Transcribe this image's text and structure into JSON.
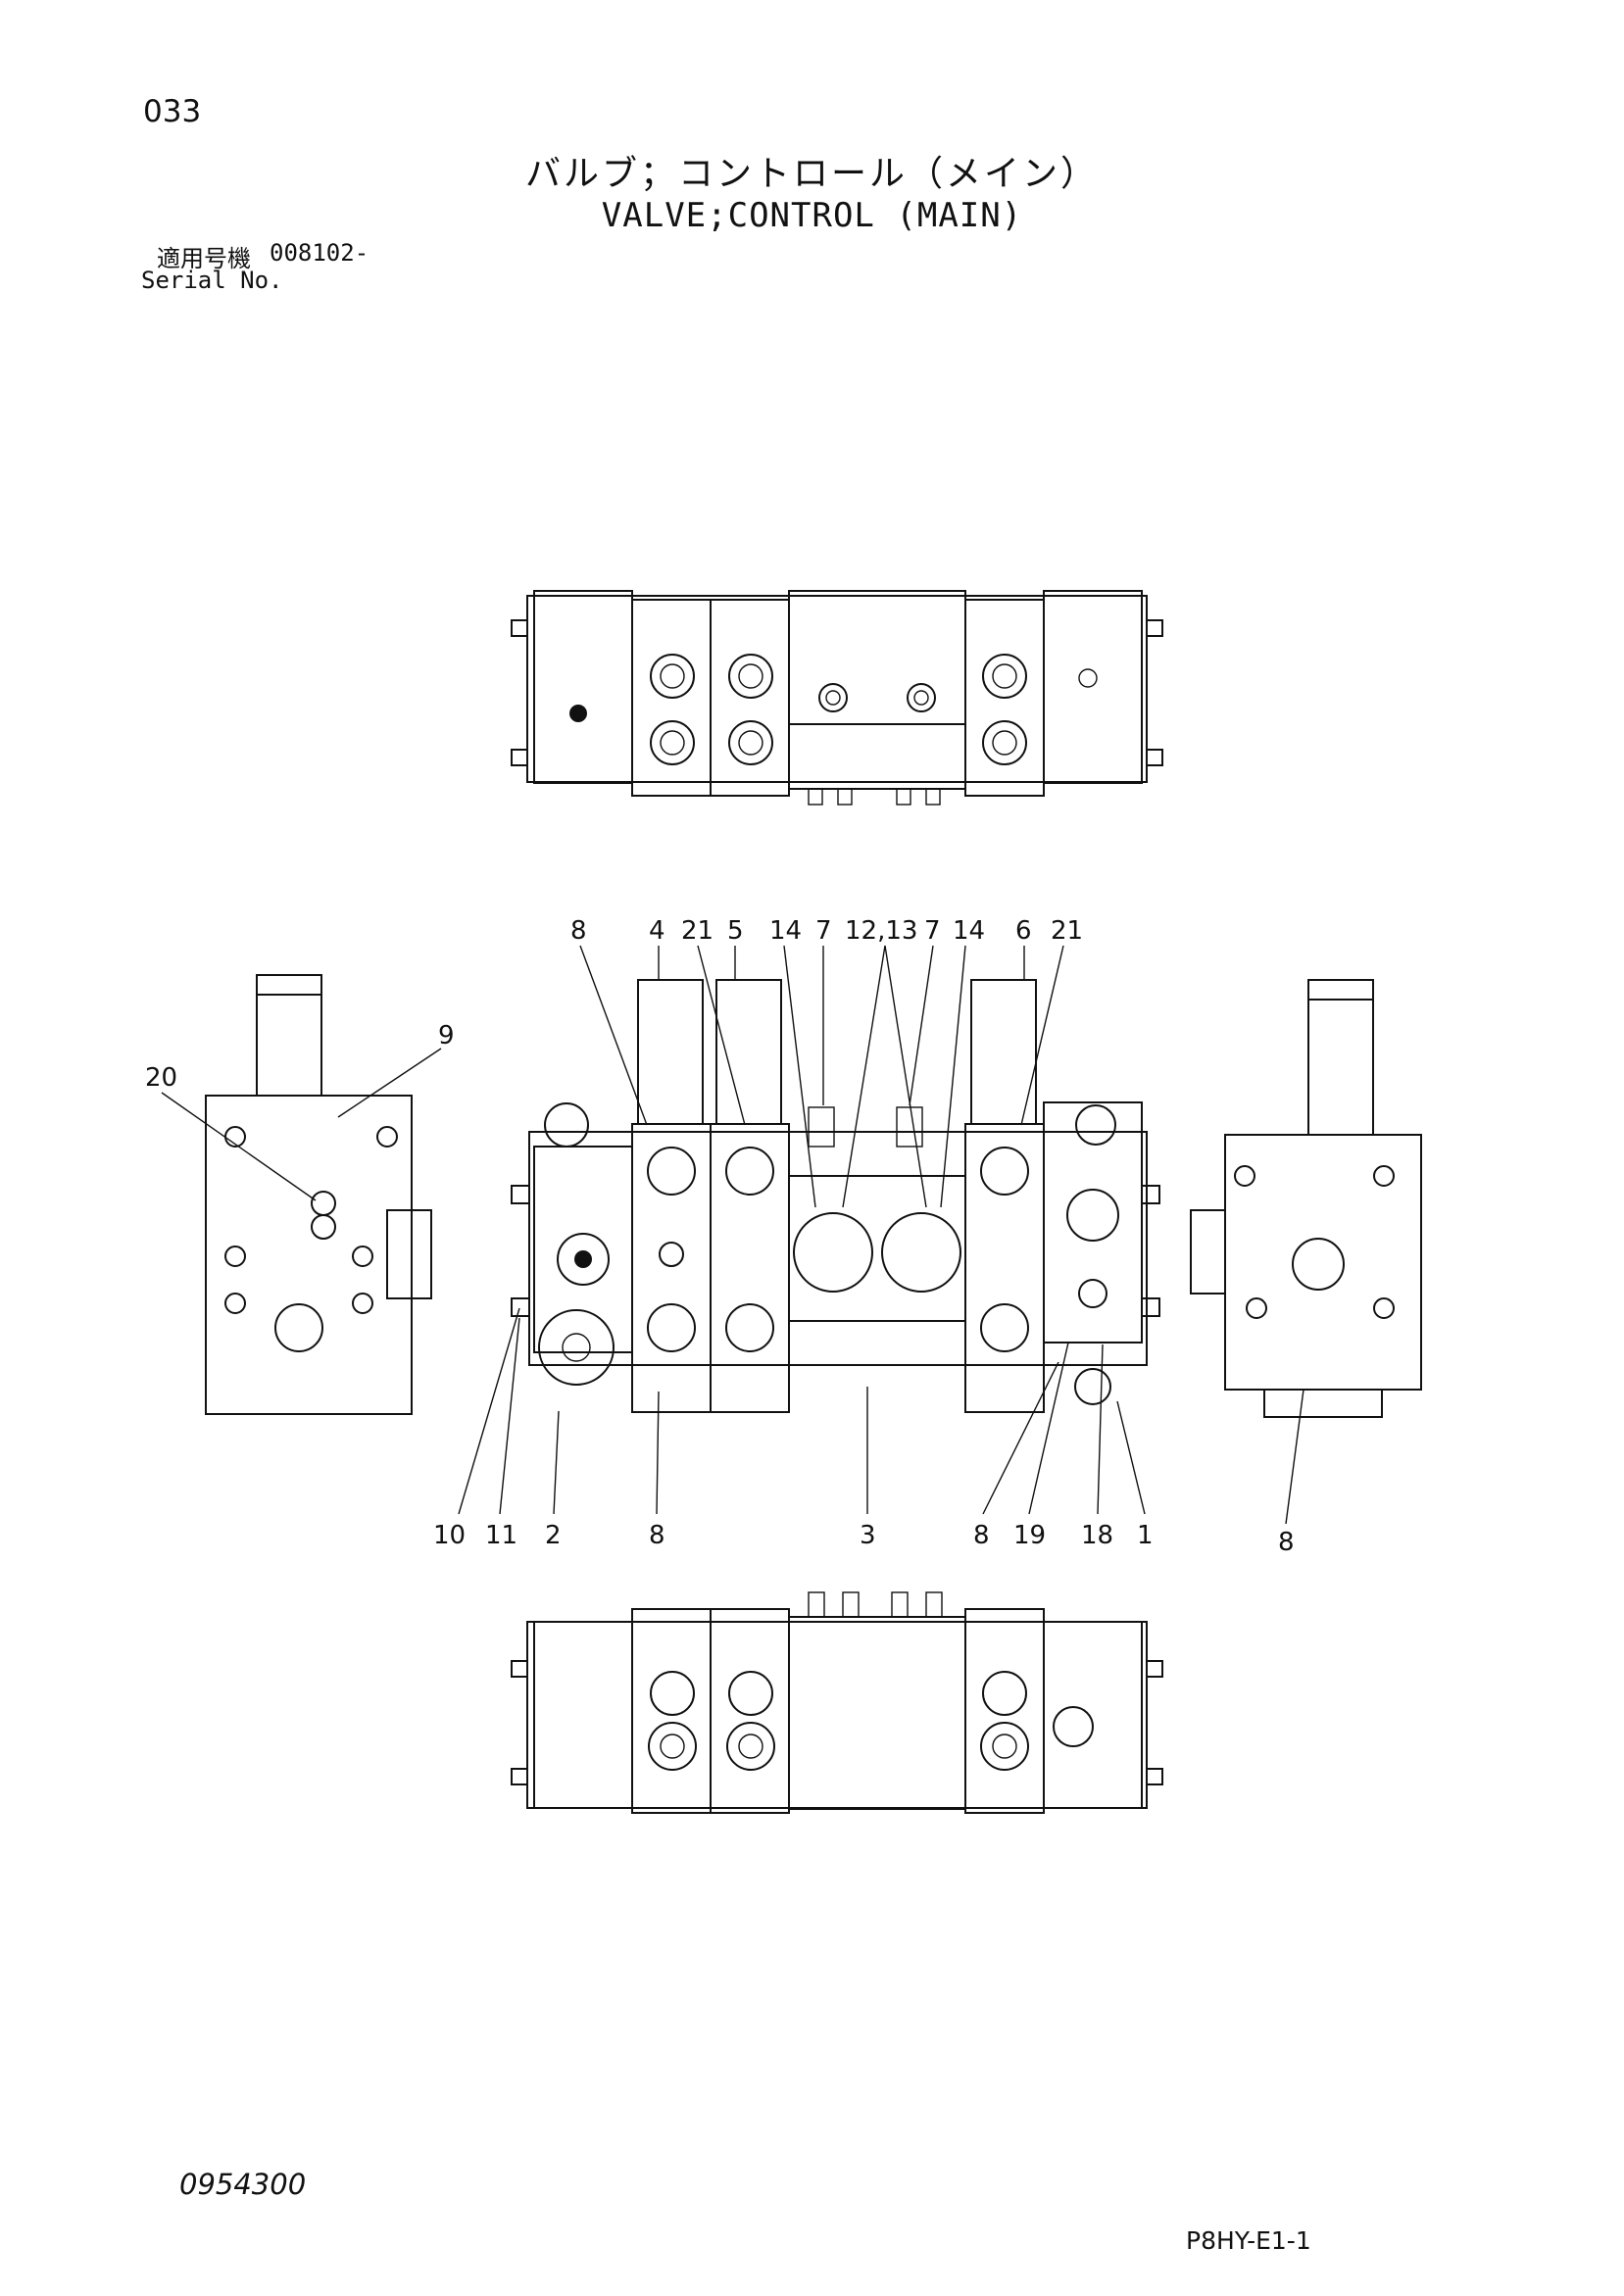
{
  "header": {
    "page_number": "033",
    "title_jp": "バルブ；コントロール（メイン）",
    "title_en": "VALVE;CONTROL (MAIN)",
    "serial_label_jp": "適用号機",
    "serial_value": "008102-",
    "serial_label_en": "Serial No."
  },
  "diagram": {
    "callouts_top": [
      "8",
      "4",
      "21",
      "5",
      "14",
      "7",
      "12,13",
      "7",
      "14",
      "6",
      "21"
    ],
    "callouts_left": [
      "20",
      "9"
    ],
    "callouts_bottom": [
      "10",
      "11",
      "2",
      "8",
      "3",
      "8",
      "19",
      "18",
      "1",
      "8"
    ]
  },
  "footer": {
    "document_number": "0954300",
    "page_ref": "P8HY-E1-1"
  }
}
